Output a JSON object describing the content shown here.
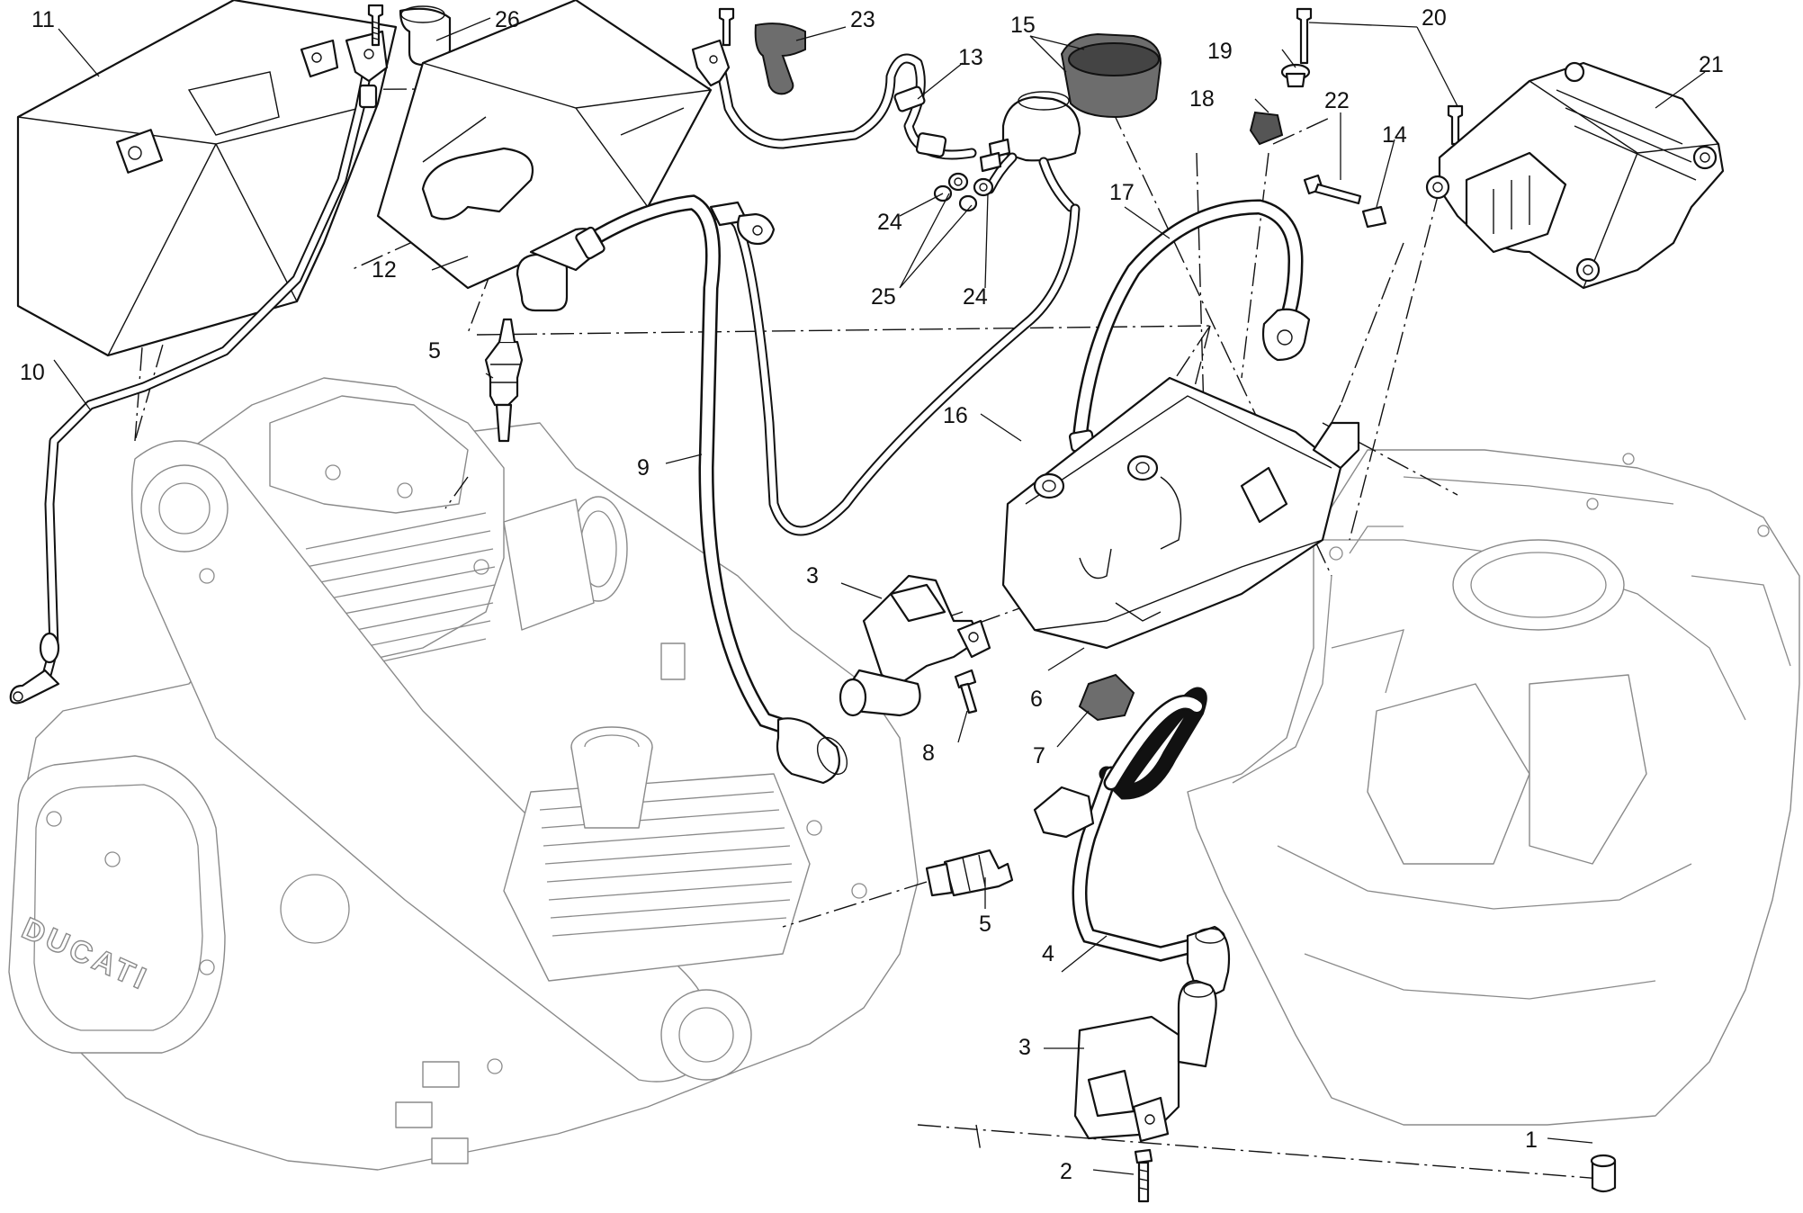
{
  "diagram": {
    "part_numbers": [
      "1",
      "2",
      "3",
      "3",
      "4",
      "5",
      "5",
      "6",
      "7",
      "8",
      "9",
      "10",
      "11",
      "12",
      "13",
      "14",
      "15",
      "16",
      "17",
      "18",
      "19",
      "20",
      "21",
      "22",
      "23",
      "24",
      "24",
      "25",
      "26"
    ],
    "engine_brand_text": "DUCATI"
  },
  "labels": {
    "p1": "1",
    "p2": "2",
    "p3a": "3",
    "p3b": "3",
    "p4": "4",
    "p5a": "5",
    "p5b": "5",
    "p6": "6",
    "p7": "7",
    "p8": "8",
    "p9": "9",
    "p10": "10",
    "p11": "11",
    "p12": "12",
    "p13": "13",
    "p14": "14",
    "p15": "15",
    "p16": "16",
    "p17": "17",
    "p18": "18",
    "p19": "19",
    "p20": "20",
    "p21": "21",
    "p22": "22",
    "p23": "23",
    "p24a": "24",
    "p24b": "24",
    "p25": "25",
    "p26": "26"
  },
  "colors": {
    "ink": "#111111",
    "engine_grey": "#8a8a8a",
    "dark_part": "#6d6d6d"
  }
}
